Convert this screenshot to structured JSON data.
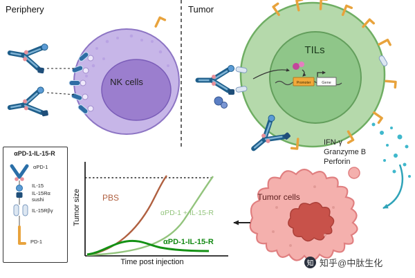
{
  "figure": {
    "sections": {
      "left": "Periphery",
      "right": "Tumor"
    },
    "nk_cell": {
      "label": "NK cells"
    },
    "tils_cell": {
      "label": "TILs",
      "promoter_label": "Promoter",
      "gene_label": "Gene"
    },
    "secreted_factors": [
      "IFN-γ",
      "Granzyme B",
      "Perforin"
    ],
    "tumor_cells": {
      "label": "Tumor cells"
    }
  },
  "legend_box": {
    "title": "αPD-1-IL-15-R",
    "items": [
      "αPD-1",
      "IL-15",
      "IL-15Rα sushi",
      "IL-15Rβγ",
      "PD-1"
    ]
  },
  "chart_data": {
    "type": "line",
    "title": "",
    "xlabel": "Time post injection",
    "ylabel": "Tumor size",
    "ylim": [
      0,
      1
    ],
    "grid": false,
    "legend_position": "inline-labels",
    "dotted_reference_line_y": 1,
    "x": [
      0,
      1,
      2,
      3,
      4,
      5,
      6,
      7,
      8,
      9,
      10
    ],
    "series": [
      {
        "name": "PBS",
        "color": "#b06040",
        "values": [
          0,
          0.03,
          0.08,
          0.18,
          0.35,
          0.58,
          0.82,
          0.97,
          null,
          null,
          null
        ]
      },
      {
        "name": "αPD-1 + IL-15-R",
        "color": "#93c47d",
        "values": [
          0,
          0.01,
          0.02,
          0.04,
          0.08,
          0.15,
          0.26,
          0.42,
          0.62,
          0.82,
          0.96
        ]
      },
      {
        "name": "αPD-1-IL-15-R",
        "color": "#149114",
        "values": [
          0,
          0.04,
          0.1,
          0.14,
          0.13,
          0.1,
          0.07,
          0.05,
          0.04,
          0.04,
          0.04
        ]
      }
    ]
  },
  "watermark": {
    "logo_glyph": "知",
    "text": "知乎@中肽生化"
  },
  "colors": {
    "pbs_curve": "#b06040",
    "combo_curve": "#93c47d",
    "fusion_curve": "#149114",
    "nk_cytoplasm": "#c7b6e8",
    "nk_nucleus": "#9b7ece",
    "tils_cytoplasm": "#b5d9ab",
    "tils_nucleus": "#8fc689",
    "tumor_fill": "#f4b0ad",
    "tumor_core": "#c8524a",
    "antibody_blue": "#1f5f8b",
    "pd1_orange": "#e8a33d",
    "secretion_teal": "#3fb8cc"
  }
}
